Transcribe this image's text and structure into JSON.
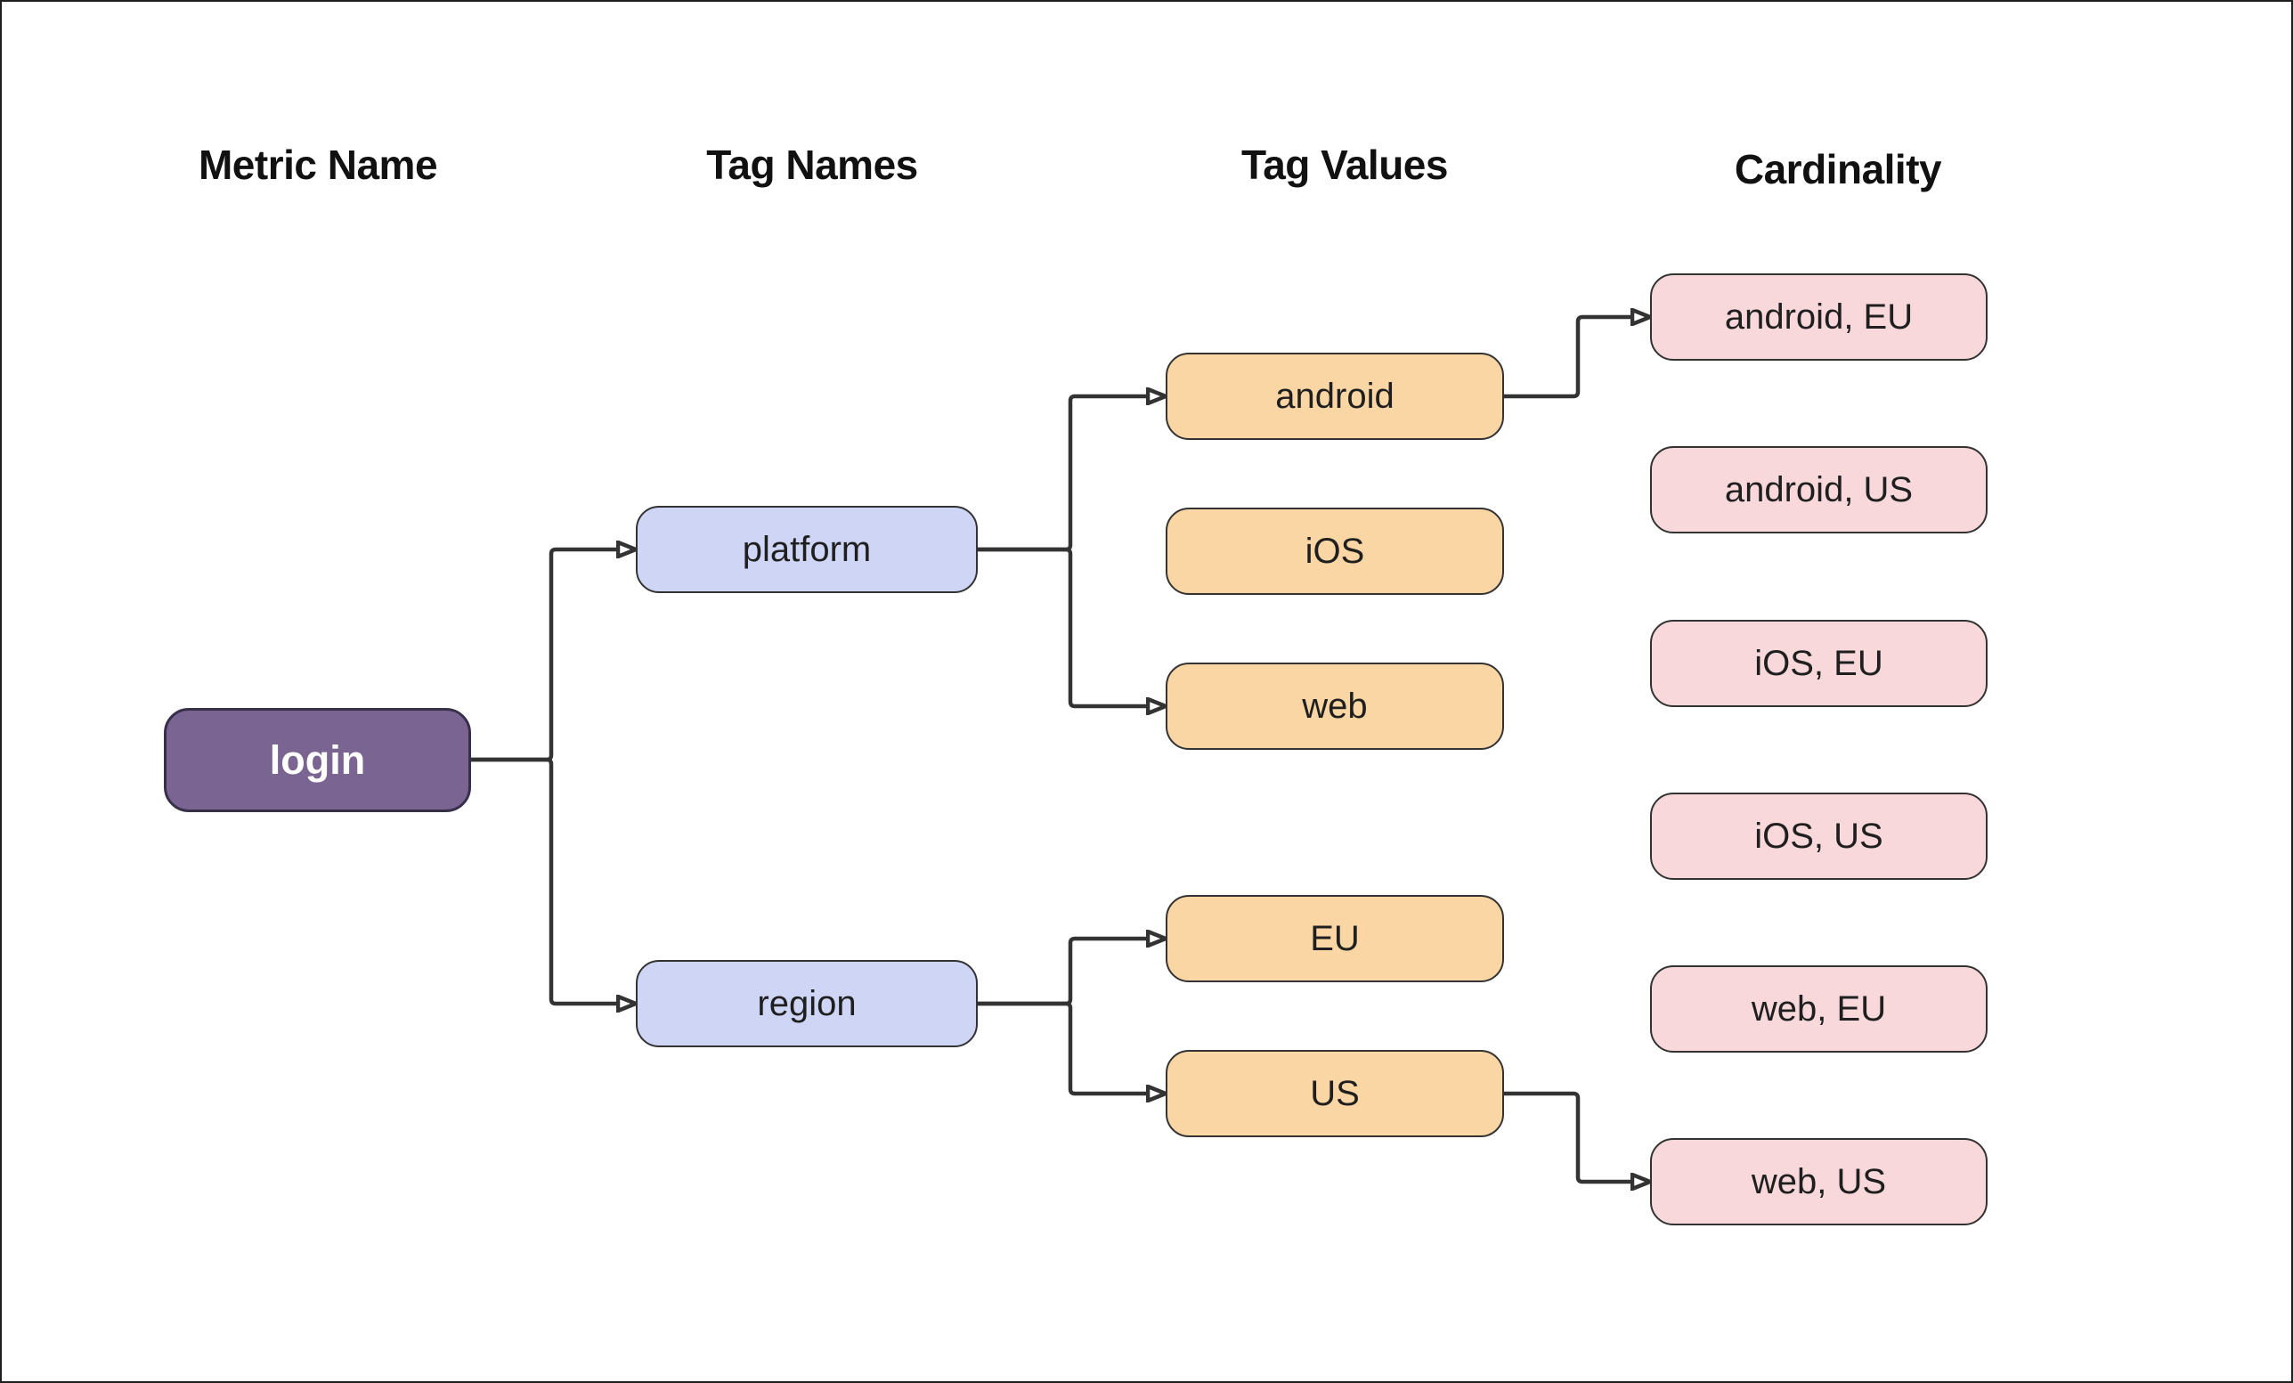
{
  "diagram": {
    "columns": [
      {
        "id": "metric-name",
        "label": "Metric Name"
      },
      {
        "id": "tag-names",
        "label": "Tag Names"
      },
      {
        "id": "tag-values",
        "label": "Tag Values"
      },
      {
        "id": "cardinality",
        "label": "Cardinality"
      }
    ],
    "nodes": {
      "login": {
        "label": "login",
        "column": "metric-name"
      },
      "platform": {
        "label": "platform",
        "column": "tag-names"
      },
      "region": {
        "label": "region",
        "column": "tag-names"
      },
      "android": {
        "label": "android",
        "column": "tag-values"
      },
      "ios": {
        "label": "iOS",
        "column": "tag-values"
      },
      "web": {
        "label": "web",
        "column": "tag-values"
      },
      "eu": {
        "label": "EU",
        "column": "tag-values"
      },
      "us": {
        "label": "US",
        "column": "tag-values"
      },
      "android_eu": {
        "label": "android, EU",
        "column": "cardinality"
      },
      "android_us": {
        "label": "android, US",
        "column": "cardinality"
      },
      "ios_eu": {
        "label": "iOS, EU",
        "column": "cardinality"
      },
      "ios_us": {
        "label": "iOS, US",
        "column": "cardinality"
      },
      "web_eu": {
        "label": "web, EU",
        "column": "cardinality"
      },
      "web_us": {
        "label": "web, US",
        "column": "cardinality"
      }
    },
    "edges": [
      {
        "from": "login",
        "to": "platform"
      },
      {
        "from": "login",
        "to": "region"
      },
      {
        "from": "platform",
        "to": "android"
      },
      {
        "from": "platform",
        "to": "web"
      },
      {
        "from": "region",
        "to": "eu"
      },
      {
        "from": "region",
        "to": "us"
      },
      {
        "from": "android",
        "to": "android_eu"
      },
      {
        "from": "us",
        "to": "web_us"
      }
    ],
    "colors": {
      "background": "#ffffff",
      "page_border": "#1f1f1f",
      "metric_fill": "#7a6491",
      "metric_border": "#38304a",
      "metric_text": "#ffffff",
      "tag_name_fill": "#cfd6f5",
      "tag_value_fill": "#f9d6a4",
      "cardinality_fill": "#f8d8da",
      "node_border": "#333333",
      "node_text": "#1f1f1f",
      "header_text": "#111111",
      "edge_stroke": "#333333"
    }
  }
}
